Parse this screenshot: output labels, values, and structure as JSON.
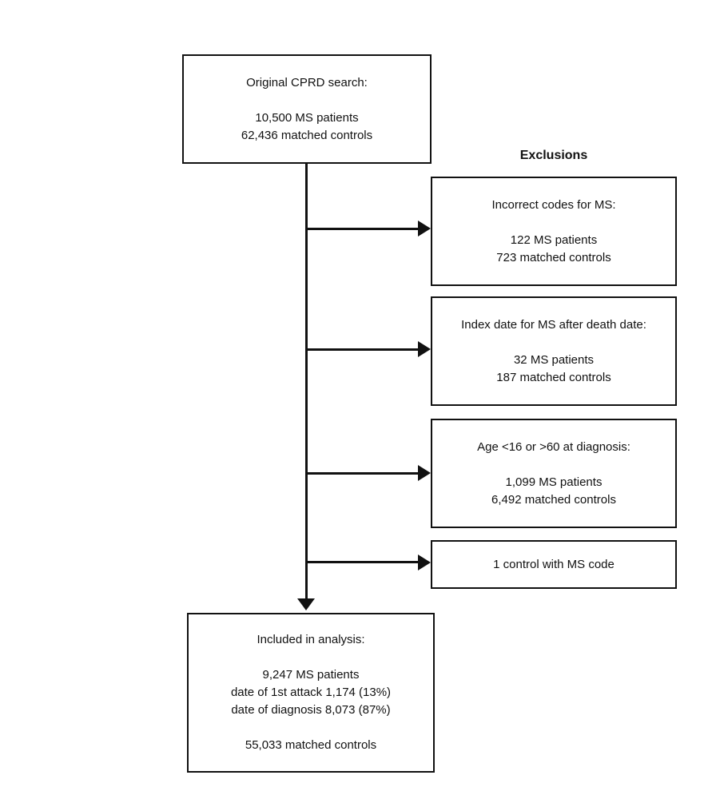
{
  "diagram": {
    "exclusions_header": "Exclusions",
    "top_box": {
      "title": "Original CPRD search:",
      "patients": "10,500 MS patients",
      "controls": "62,436 matched controls"
    },
    "exclusions": [
      {
        "title": "Incorrect codes for MS:",
        "patients": "122 MS patients",
        "controls": "723 matched controls"
      },
      {
        "title": "Index date for MS after death date:",
        "patients": "32 MS patients",
        "controls": "187 matched controls"
      },
      {
        "title": "Age <16 or >60 at diagnosis:",
        "patients": "1,099 MS patients",
        "controls": "6,492 matched controls"
      },
      {
        "title": "1 control with MS code"
      }
    ],
    "included_box": {
      "title": "Included in analysis:",
      "patients": "9,247 MS patients",
      "attack_line": "date of 1st attack 1,174 (13%)",
      "diagnosis_line": "date of diagnosis 8,073 (87%)",
      "controls": "55,033 matched controls"
    },
    "colors": {
      "box_border": "#111111",
      "connector": "#111111",
      "text": "#111111",
      "background": "#ffffff"
    }
  }
}
